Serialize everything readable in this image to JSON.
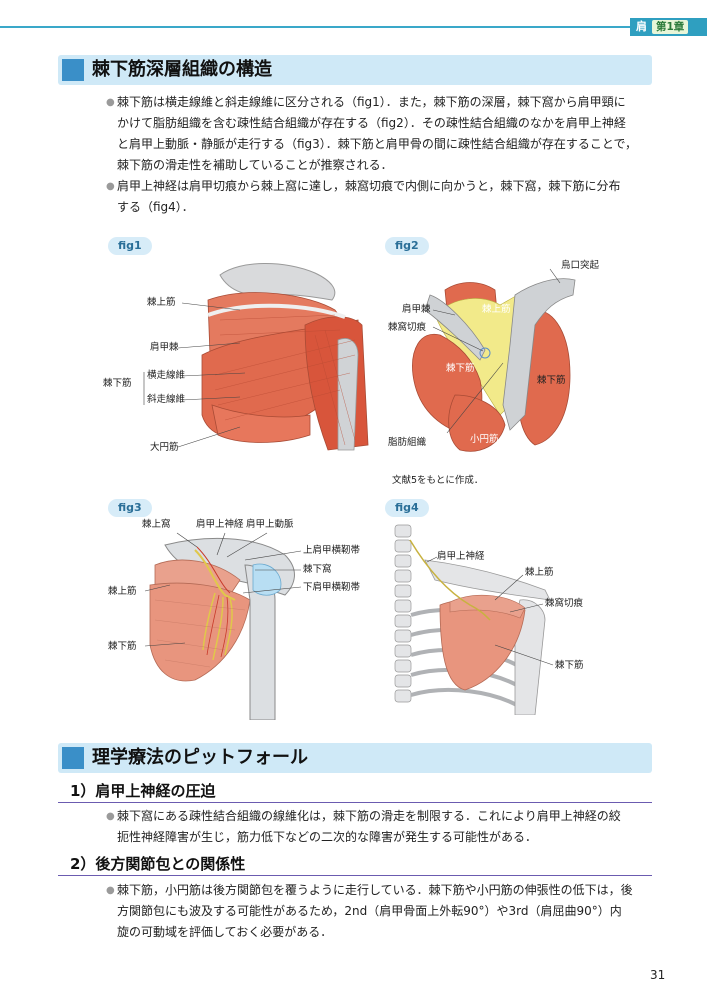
{
  "header": {
    "section": "肩",
    "chapter": "第1章"
  },
  "section1": {
    "title": "棘下筋深層組織の構造",
    "bullets": [
      [
        "棘下筋は横走線維と斜走線維に区分される（fig1）．また，棘下筋の深層，棘下窩から肩甲頸に",
        "かけて脂肪組織を含む疎性結合組織が存在する（fig2）．その疎性結合組織のなかを肩甲上神経",
        "と肩甲上動脈・静脈が走行する（fig3）．棘下筋と肩甲骨の間に疎性結合組織が存在することで，",
        "棘下筋の滑走性を補助していることが推察される．"
      ],
      [
        "肩甲上神経は肩甲切痕から棘上窩に達し，棘窩切痕で内側に向かうと，棘下窩，棘下筋に分布",
        "する（fig4）．"
      ]
    ]
  },
  "fig1": {
    "label": "fig1",
    "labels": {
      "supraspinatus": "棘上筋",
      "spine": "肩甲棘",
      "infraspinatus": "棘下筋",
      "transverse": "横走線維",
      "oblique": "斜走線維",
      "teres_major": "大円筋"
    }
  },
  "fig2": {
    "label": "fig2",
    "labels": {
      "coracoid": "烏口突起",
      "spine": "肩甲棘",
      "supraspinatus": "棘上筋",
      "notch": "棘窩切痕",
      "infraspinatus": "棘下筋",
      "infraspinatus_r": "棘下筋",
      "fat": "脂肪組織",
      "teres_minor": "小円筋"
    },
    "note": "文献5をもとに作成．"
  },
  "fig3": {
    "label": "fig3",
    "labels": {
      "supraspinous_fossa": "棘上窩",
      "nerve": "肩甲上神経",
      "artery": "肩甲上動脈",
      "sup_ligament": "上肩甲横靭帯",
      "infraspinous_fossa": "棘下窩",
      "inf_ligament": "下肩甲横靭帯",
      "supraspinatus": "棘上筋",
      "infraspinatus": "棘下筋"
    }
  },
  "fig4": {
    "label": "fig4",
    "labels": {
      "nerve": "肩甲上神経",
      "supraspinatus": "棘上筋",
      "notch": "棘窩切痕",
      "infraspinatus": "棘下筋"
    }
  },
  "section2": {
    "title": "理学療法のピットフォール"
  },
  "sub1": {
    "title": "1）肩甲上神経の圧迫",
    "lines": [
      "棘下窩にある疎性結合組織の線維化は，棘下筋の滑走を制限する．これにより肩甲上神経の絞",
      "扼性神経障害が生じ，筋力低下などの二次的な障害が発生する可能性がある．"
    ]
  },
  "sub2": {
    "title": "2）後方関節包との関係性",
    "lines": [
      "棘下筋，小円筋は後方関節包を覆うように走行している．棘下筋や小円筋の伸張性の低下は，後",
      "方関節包にも波及する可能性があるため，2nd（肩甲骨面上外転90°）や3rd（肩屈曲90°）内",
      "旋の可動域を評価しておく必要がある．"
    ]
  },
  "page_number": "31",
  "colors": {
    "accent": "#2f9fc0",
    "section_bg": "#cfe9f7",
    "muscle": "#e06a4e",
    "fat": "#f2ea8a",
    "subhead_rule": "#6b5bb0"
  }
}
